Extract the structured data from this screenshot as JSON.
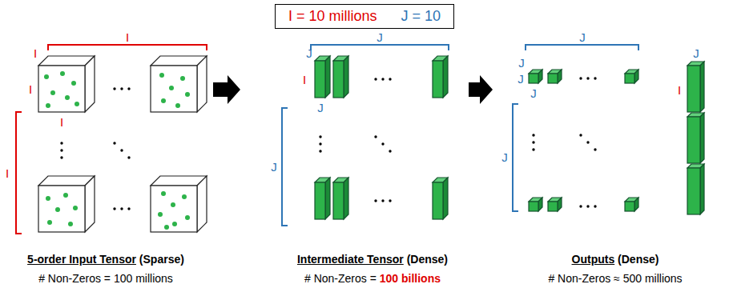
{
  "diagram": {
    "nodes": [
      {
        "text": [
          "I = 10 millions",
          "J = 10"
        ]
      },
      {
        "text": [
          "5-order Input Tensor",
          "(Sparse)",
          "# Non-Zeros = 100 millions"
        ]
      },
      {
        "text": [
          "Intermediate Tensor",
          "(Dense)",
          "# Non-Zeros =",
          "100 billions"
        ]
      },
      {
        "text": [
          "Outputs",
          "(Dense)",
          "# Non-Zeros ≈ 500 millions"
        ]
      }
    ],
    "edges": [
      {
        "from": 1,
        "to": 2,
        "arrow": "to"
      },
      {
        "from": 2,
        "to": 3,
        "arrow": "to"
      }
    ],
    "labels": [
      "I",
      "I",
      "I",
      "I",
      "I",
      "J",
      "J",
      "I",
      "J",
      "J",
      "J",
      "J",
      "J",
      "J",
      "J",
      "J",
      "I"
    ]
  }
}
